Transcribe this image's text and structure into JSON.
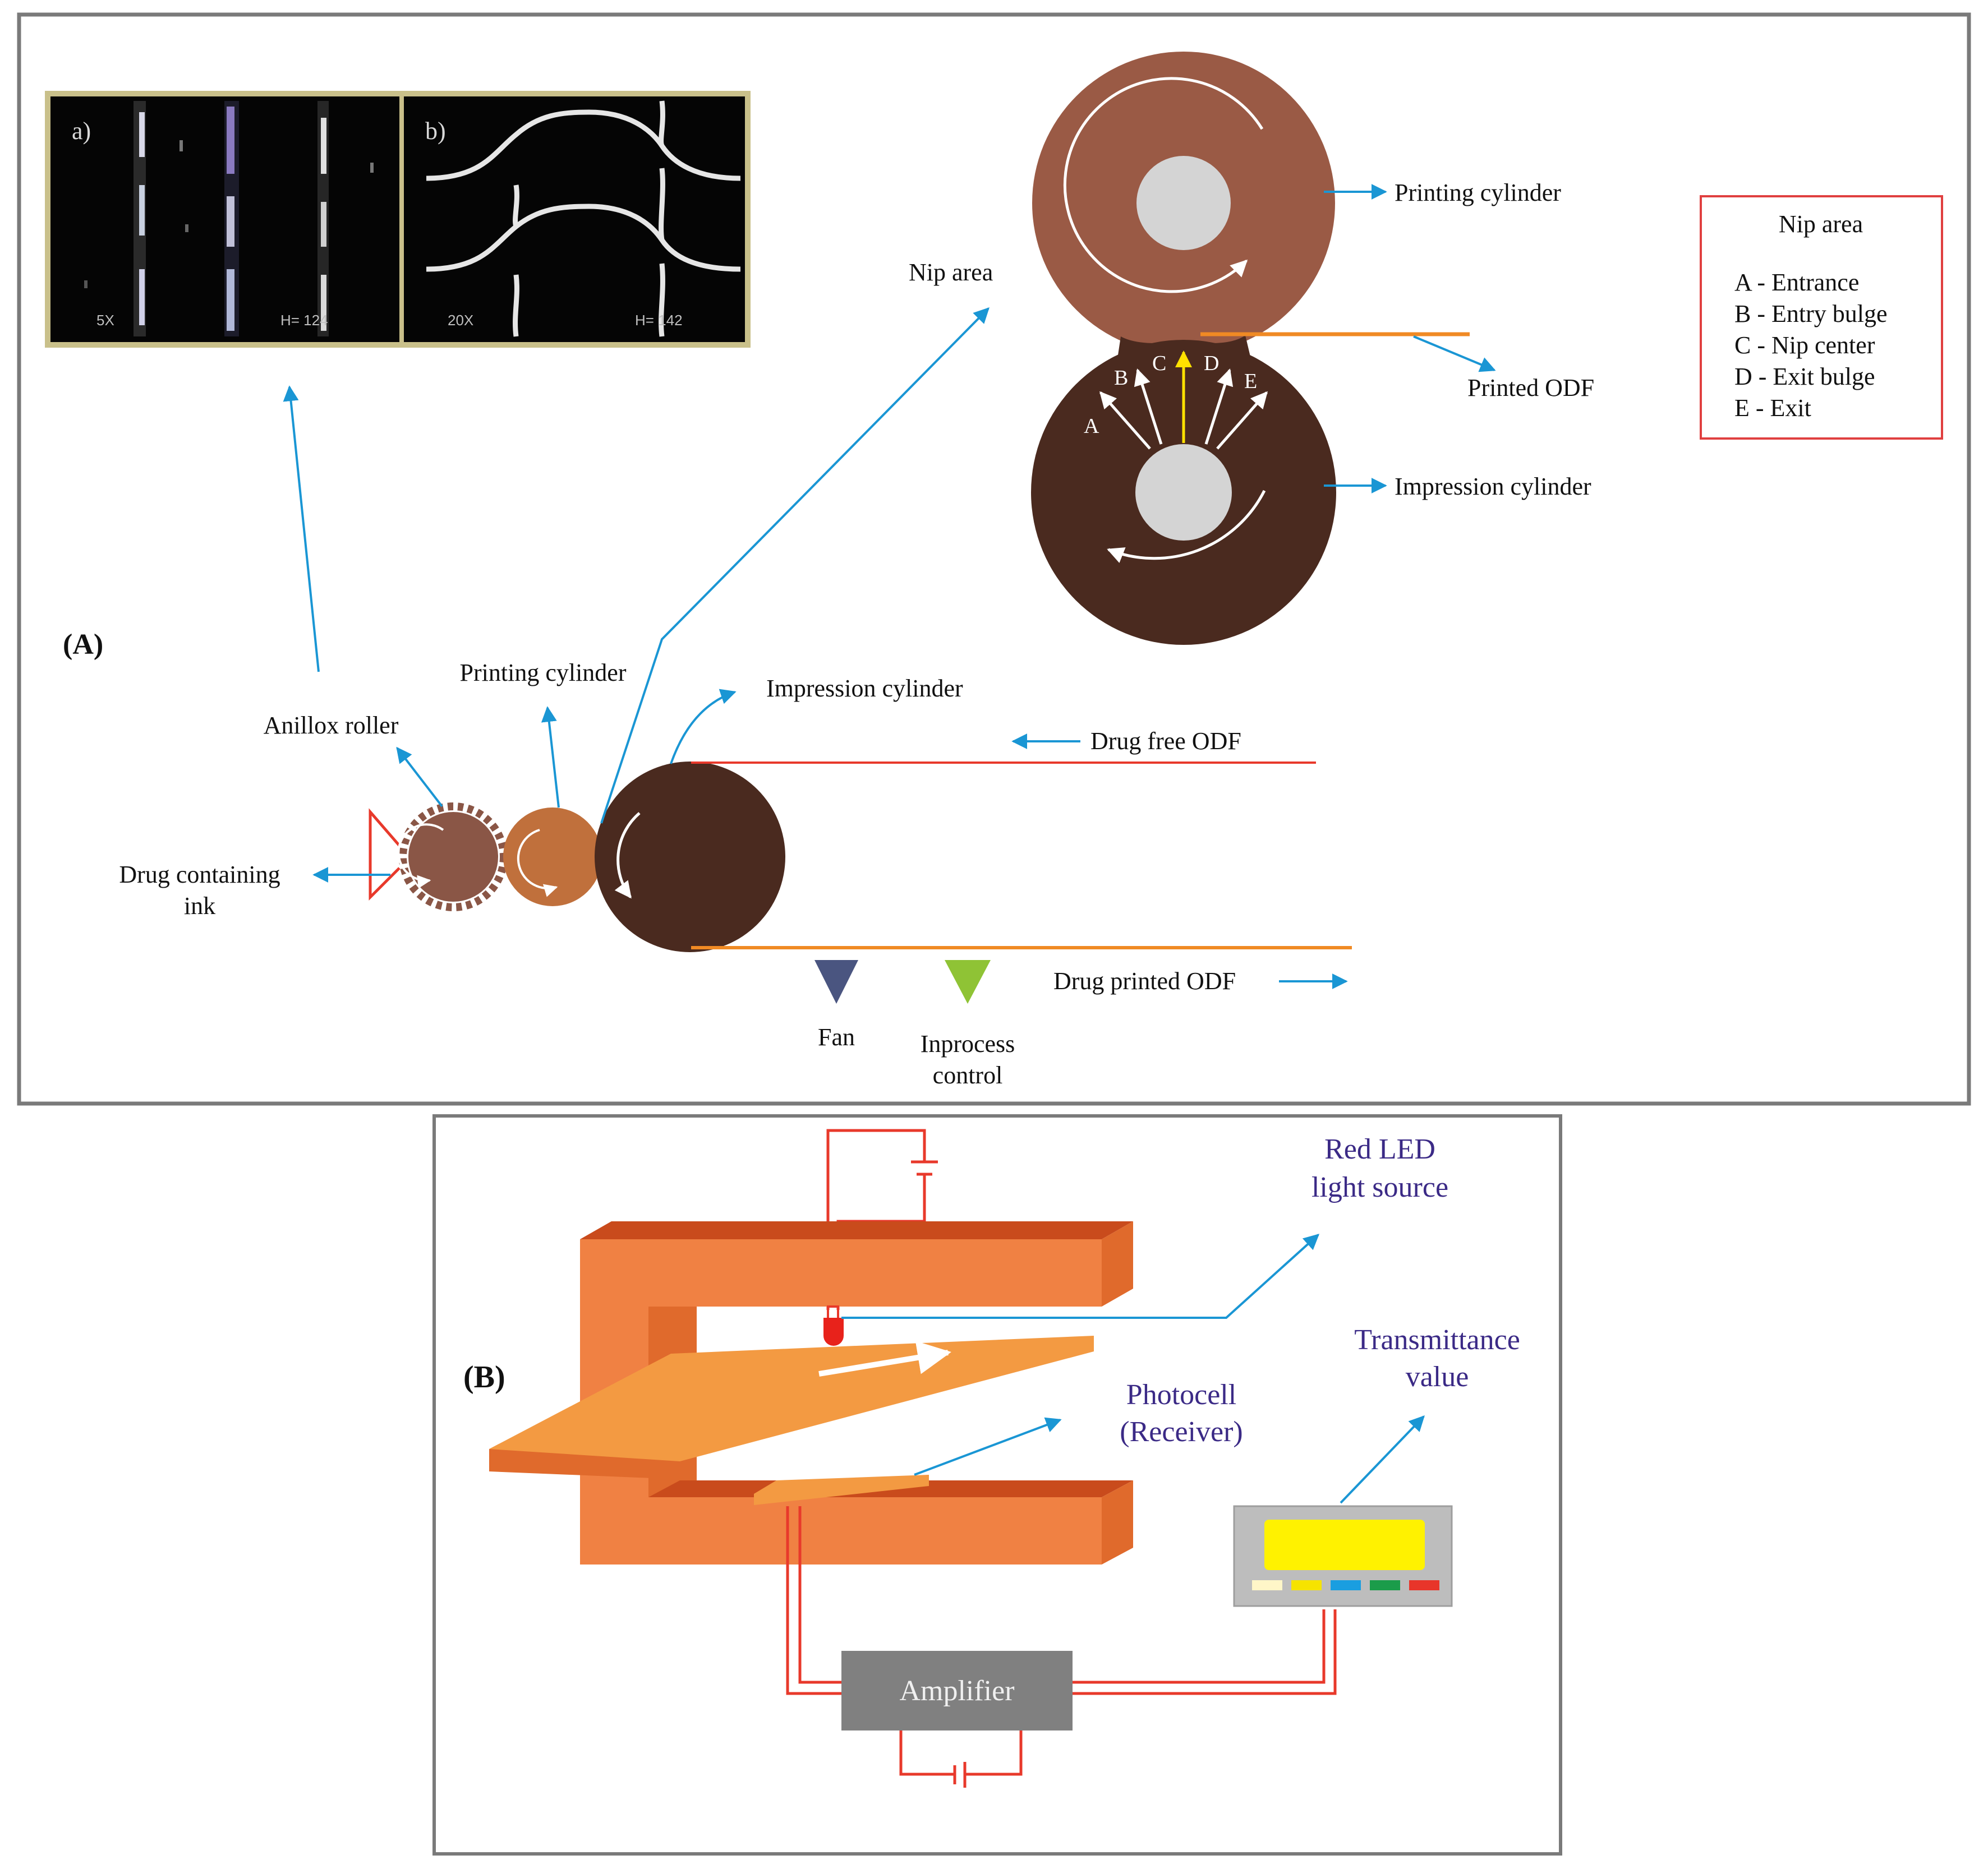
{
  "panel_a": {
    "panel_label": "(A)",
    "micrograph": {
      "a": {
        "id": "a)",
        "magnification": "5X",
        "h_value": "H= 124"
      },
      "b": {
        "id": "b)",
        "magnification": "20X",
        "h_value": "H= 142"
      }
    },
    "labels": {
      "anillox_roller": "Anillox roller",
      "printing_cylinder": "Printing cylinder",
      "impression_cylinder": "Impression cylinder",
      "nip_area": "Nip area",
      "drug_free_odf": "Drug free ODF",
      "drug_printed_odf": "Drug printed ODF",
      "drug_containing_ink_1": "Drug containing",
      "drug_containing_ink_2": "ink",
      "fan": "Fan",
      "inprocess_control_1": "Inprocess",
      "inprocess_control_2": "control",
      "printing_cylinder_zoom": "Printing cylinder",
      "impression_cylinder_zoom": "Impression cylinder",
      "printed_odf": "Printed ODF"
    },
    "nip_points": [
      "A",
      "B",
      "C",
      "D",
      "E"
    ],
    "nip_legend": {
      "title": "Nip area",
      "items": [
        "A - Entrance",
        "B - Entry bulge",
        "C - Nip center",
        "D - Exit bulge",
        "E - Exit"
      ]
    }
  },
  "panel_b": {
    "panel_label": "(B)",
    "labels": {
      "red_led_1": "Red LED",
      "red_led_2": "light source",
      "photocell_1": "Photocell",
      "photocell_2": "(Receiver)",
      "transmittance_1": "Transmittance",
      "transmittance_2": "value",
      "amplifier": "Amplifier"
    },
    "display_button_colors": [
      "#fff6c8",
      "#f6e300",
      "#1a9ee0",
      "#1b9c4a",
      "#e8352a"
    ]
  },
  "colors": {
    "arrow": "#1a96d4",
    "printing_cylinder": "#9a5a45",
    "impression_cylinder": "#4a2a1f",
    "anillox_roller": "#8a5646",
    "printing_cylinder_small": "#c0703c",
    "film_red": "#e8392b",
    "film_orange": "#f08a24",
    "frame_orange": "#f08143",
    "legend_border": "#e04040",
    "fan": "#4a5580",
    "inprocess": "#8fc335"
  }
}
